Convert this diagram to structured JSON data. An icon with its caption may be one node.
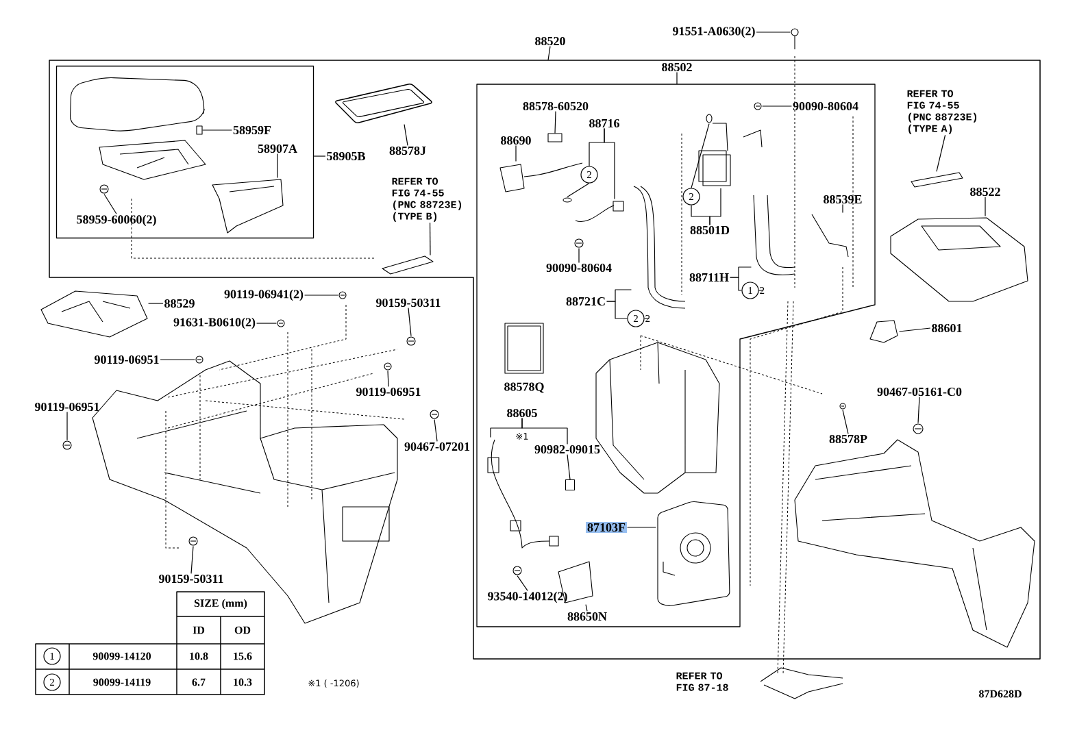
{
  "diagram": {
    "nodes": [
      {
        "text": [
          "88520"
        ]
      },
      {
        "text": [
          "58905B"
        ]
      },
      {
        "text": [
          "58959F"
        ],
        "in": 81
      },
      {
        "text": [
          "58907A"
        ],
        "in": 81
      },
      {
        "text": [
          "58959-60060(2)"
        ],
        "in": 81
      },
      {
        "text": [
          "88578J"
        ]
      },
      {
        "text": [
          "REFER TO FIG 74-55 (PNC 88723E) (TYPE B)"
        ]
      },
      {
        "text": [
          "88502"
        ]
      },
      {
        "text": [
          "91551-A0630(2)"
        ]
      },
      {
        "text": [
          "88578-60520"
        ]
      },
      {
        "text": [
          "88716"
        ]
      },
      {
        "text": [
          "2"
        ]
      },
      {
        "text": [
          "88690"
        ]
      },
      {
        "text": [
          "90090-80604"
        ]
      },
      {
        "text": [
          "2"
        ]
      },
      {
        "text": [
          "88501D"
        ]
      },
      {
        "text": [
          "90090-80604"
        ]
      },
      {
        "text": [
          "88539E"
        ]
      },
      {
        "text": [
          "88711H"
        ]
      },
      {
        "text": [
          "1"
        ],
        "beside": [
          "2"
        ]
      },
      {
        "text": [
          "88721C"
        ]
      },
      {
        "text": [
          "2"
        ],
        "beside": [
          "2"
        ]
      },
      {
        "text": [
          "REFER TO FIG 74-55 (PNC 88723E) (TYPE A)"
        ]
      },
      {
        "text": [
          "88522"
        ]
      },
      {
        "text": [
          "88601"
        ]
      },
      {
        "text": [
          "88529"
        ]
      },
      {
        "text": [
          "90119-06941(2)"
        ]
      },
      {
        "text": [
          "91631-B0610(2)"
        ]
      },
      {
        "text": [
          "90159-50311"
        ]
      },
      {
        "text": [
          "90119-06951"
        ]
      },
      {
        "text": [
          "90119-06951"
        ]
      },
      {
        "text": [
          "90119-06951"
        ]
      },
      {
        "text": [
          "90467-07201"
        ]
      },
      {
        "text": [
          "90159-50311"
        ]
      },
      {
        "text": [
          "88578Q"
        ]
      },
      {
        "text": [
          "88605"
        ]
      },
      {
        "text": [
          "90982-09015"
        ]
      },
      {
        "text": [
          "87103F"
        ]
      },
      {
        "text": [
          "93540-14012(2)"
        ]
      },
      {
        "text": [
          "88650N"
        ]
      },
      {
        "text": [
          "REFER TO FIG 87-18"
        ]
      },
      {
        "text": [
          "90467-05161-C0"
        ]
      },
      {
        "text": [
          "88578P"
        ]
      },
      {
        "text": [
          "1"
        ]
      },
      {
        "text": [
          "2"
        ]
      },
      {
        "text": [],
        "shape": "box",
        "in": 81
      },
      {
        "text": [],
        "shape": "picture",
        "in": 81
      },
      {
        "text": [],
        "shape": "picture",
        "in": 81
      },
      {
        "text": [],
        "shape": "picture"
      },
      {
        "text": [],
        "shape": "picture"
      },
      {
        "text": [],
        "shape": "picture"
      },
      {
        "text": [],
        "shape": "box"
      },
      {
        "text": [],
        "shape": "picture"
      },
      {
        "text": [],
        "shape": "picture"
      },
      {
        "text": [],
        "shape": "picture"
      },
      {
        "text": [],
        "shape": "picture"
      },
      {
        "text": [],
        "shape": "picture"
      },
      {
        "text": [],
        "shape": "picture"
      },
      {
        "text": [],
        "shape": "picture"
      },
      {
        "text": [],
        "shape": "picture"
      },
      {
        "text": [],
        "shape": "picture"
      },
      {
        "text": [],
        "shape": "picture"
      },
      {
        "text": [],
        "shape": "picture"
      },
      {
        "text": [],
        "shape": "picture"
      },
      {
        "text": [],
        "shape": "picture"
      },
      {
        "text": [],
        "shape": "picture"
      },
      {
        "text": [],
        "shape": "picture"
      },
      {
        "text": [],
        "shape": "picture"
      },
      {
        "text": [],
        "shape": "picture"
      },
      {
        "text": [],
        "shape": "picture"
      },
      {
        "text": [],
        "shape": "picture"
      },
      {
        "text": [],
        "shape": "picture"
      },
      {
        "text": [],
        "shape": "picture"
      },
      {
        "text": [],
        "shape": "picture"
      },
      {
        "text": [],
        "shape": "picture"
      },
      {
        "text": [],
        "shape": "box"
      },
      {
        "text": [],
        "shape": "picture"
      },
      {
        "text": [],
        "shape": "picture"
      },
      {
        "text": [],
        "shape": "picture"
      },
      {
        "text": [],
        "shape": "picture"
      },
      {
        "text": [],
        "shape": "picture"
      },
      {
        "text": [],
        "shape": "box"
      }
    ],
    "edges": [
      {
        "from": 0,
        "to": null,
        "arrow": "none"
      },
      {
        "from": 1,
        "to": 81,
        "arrow": "none"
      },
      {
        "from": 2,
        "to": 45,
        "arrow": "none"
      },
      {
        "from": 3,
        "to": 46,
        "arrow": "none"
      },
      {
        "from": 4,
        "to": 47,
        "arrow": "none"
      },
      {
        "from": 5,
        "to": 48,
        "arrow": "none"
      },
      {
        "from": 6,
        "to": 49,
        "arrow": "none"
      },
      {
        "from": 7,
        "to": null,
        "arrow": "none"
      },
      {
        "from": 8,
        "to": 50,
        "arrow": "none"
      },
      {
        "from": 9,
        "to": 51,
        "arrow": "none"
      },
      {
        "from": 10,
        "to": 11,
        "arrow": "none"
      },
      {
        "from": 10,
        "to": 52,
        "arrow": "none"
      },
      {
        "from": 11,
        "to": 53,
        "arrow": "none"
      },
      {
        "from": 12,
        "to": 54,
        "arrow": "none"
      },
      {
        "from": 13,
        "to": 55,
        "arrow": "none"
      },
      {
        "from": 14,
        "to": 56,
        "arrow": "none"
      },
      {
        "from": 15,
        "to": 14,
        "arrow": "none"
      },
      {
        "from": 15,
        "to": 57,
        "arrow": "none"
      },
      {
        "from": 16,
        "to": 58,
        "arrow": "none"
      },
      {
        "from": 17,
        "to": 59,
        "arrow": "none"
      },
      {
        "from": 18,
        "to": 19,
        "arrow": "none"
      },
      {
        "from": 18,
        "to": 60,
        "arrow": "none"
      },
      {
        "from": 20,
        "to": 61,
        "arrow": "none"
      },
      {
        "from": 20,
        "to": 21,
        "arrow": "none"
      },
      {
        "from": 22,
        "to": 62,
        "arrow": "none"
      },
      {
        "from": 23,
        "to": 63,
        "arrow": "none"
      },
      {
        "from": 24,
        "to": 64,
        "arrow": "none"
      },
      {
        "from": 25,
        "to": 65,
        "arrow": "none"
      },
      {
        "from": 26,
        "to": 66,
        "arrow": "none"
      },
      {
        "from": 27,
        "to": 67,
        "arrow": "none"
      },
      {
        "from": 28,
        "to": 68,
        "arrow": "none"
      },
      {
        "from": 29,
        "to": 69,
        "arrow": "none"
      },
      {
        "from": 30,
        "to": 70,
        "arrow": "none"
      },
      {
        "from": 31,
        "to": 71,
        "arrow": "none"
      },
      {
        "from": 32,
        "to": 72,
        "arrow": "none"
      },
      {
        "from": 33,
        "to": 73,
        "arrow": "none"
      },
      {
        "from": 35,
        "to": 74,
        "arrow": "none"
      },
      {
        "from": 35,
        "to": 36,
        "arrow": "none"
      },
      {
        "from": 36,
        "to": 75,
        "arrow": "none"
      },
      {
        "from": 37,
        "to": 76,
        "arrow": "none"
      },
      {
        "from": 38,
        "to": 77,
        "arrow": "none"
      },
      {
        "from": 39,
        "to": 78,
        "arrow": "none"
      },
      {
        "from": 41,
        "to": 79,
        "arrow": "none"
      },
      {
        "from": 42,
        "to": 80,
        "arrow": "none"
      }
    ],
    "labels": [
      "※1",
      "SIZE (mm)",
      "ID",
      "OD",
      "90099-14120",
      "10.8",
      "15.6",
      "90099-14119",
      "6.7",
      "10.3",
      "※1 ( -1206)",
      "87D628D"
    ]
  }
}
